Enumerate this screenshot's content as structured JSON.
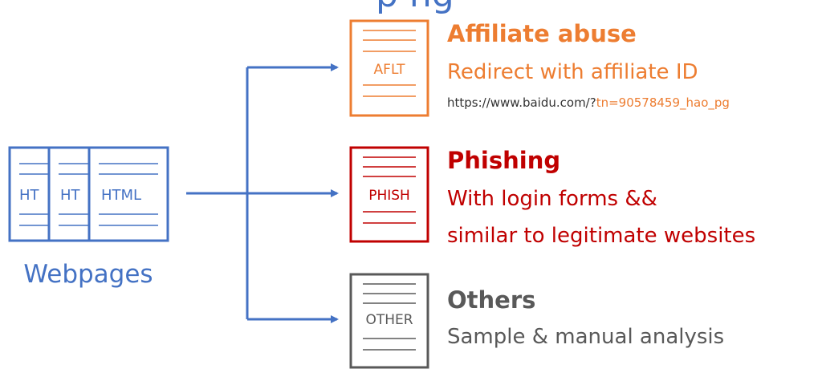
{
  "heading": {
    "partial": "p ng"
  },
  "colors": {
    "blue": "#4472c4",
    "orange": "#ed7d31",
    "red": "#c00000",
    "gray": "#595959",
    "dark_text": "#333333"
  },
  "input": {
    "page_labels": [
      "HT",
      "HT",
      "HTML"
    ],
    "caption": "Webpages"
  },
  "categories": [
    {
      "doc_label": "AFLT",
      "title": "Affiliate abuse",
      "description": [
        "Redirect with affiliate ID"
      ],
      "example": {
        "prefix": "https://www.baidu.com/?",
        "highlight": "tn=90578459_hao_pg"
      }
    },
    {
      "doc_label": "PHISH",
      "title": "Phishing",
      "description": [
        "With login forms &&",
        "similar to legitimate websites"
      ]
    },
    {
      "doc_label": "OTHER",
      "title": "Others",
      "description": [
        "Sample & manual analysis"
      ]
    }
  ]
}
